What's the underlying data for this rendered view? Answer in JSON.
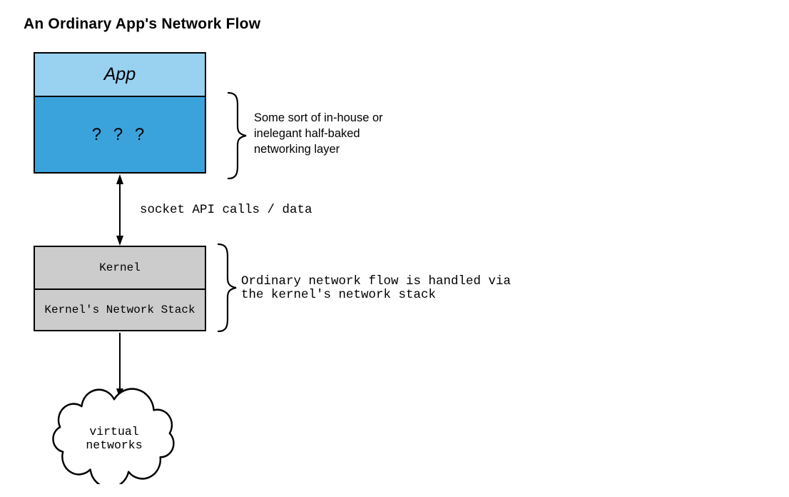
{
  "title": "An Ordinary App's Network Flow",
  "app_stack": {
    "app_label": "App",
    "unknown_layer_label": "? ? ?"
  },
  "app_annotation": "Some sort of in-house or\ninelegant half-baked\nnetworking layer",
  "flow_arrow": {
    "label": "socket API calls / data"
  },
  "kernel_stack": {
    "kernel_label": "Kernel",
    "network_stack_label": "Kernel's Network Stack"
  },
  "kernel_annotation": "Ordinary network flow is handled via\nthe kernel's network stack",
  "cloud": {
    "label": "virtual\nnetworks"
  },
  "colors": {
    "app_light_blue": "#99d1f1",
    "app_dark_blue": "#3ba3dc",
    "kernel_gray": "#cccccc",
    "stroke": "#000000",
    "background": "#ffffff"
  }
}
